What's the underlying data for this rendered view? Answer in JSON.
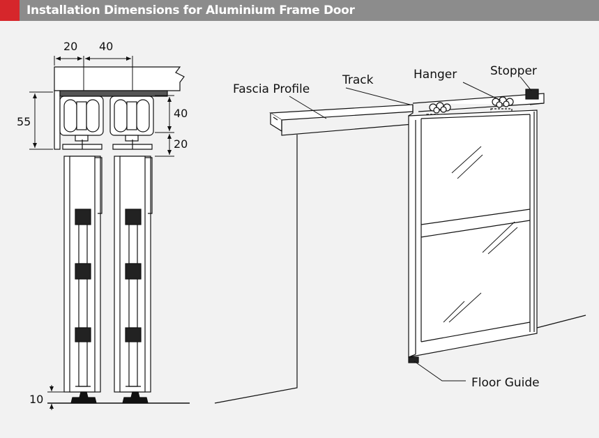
{
  "header": {
    "title": "Installation Dimensions for Aluminium Frame Door",
    "accent_color": "#d6262b",
    "bar_color": "#8c8c8c"
  },
  "dimensions": {
    "top_left": "20",
    "top_right": "40",
    "height_total": "55",
    "height_upper": "40",
    "height_lower": "20",
    "floor_gap": "10"
  },
  "labels": {
    "fascia_profile": "Fascia Profile",
    "track": "Track",
    "hanger": "Hanger",
    "stopper": "Stopper",
    "floor_guide": "Floor Guide"
  }
}
